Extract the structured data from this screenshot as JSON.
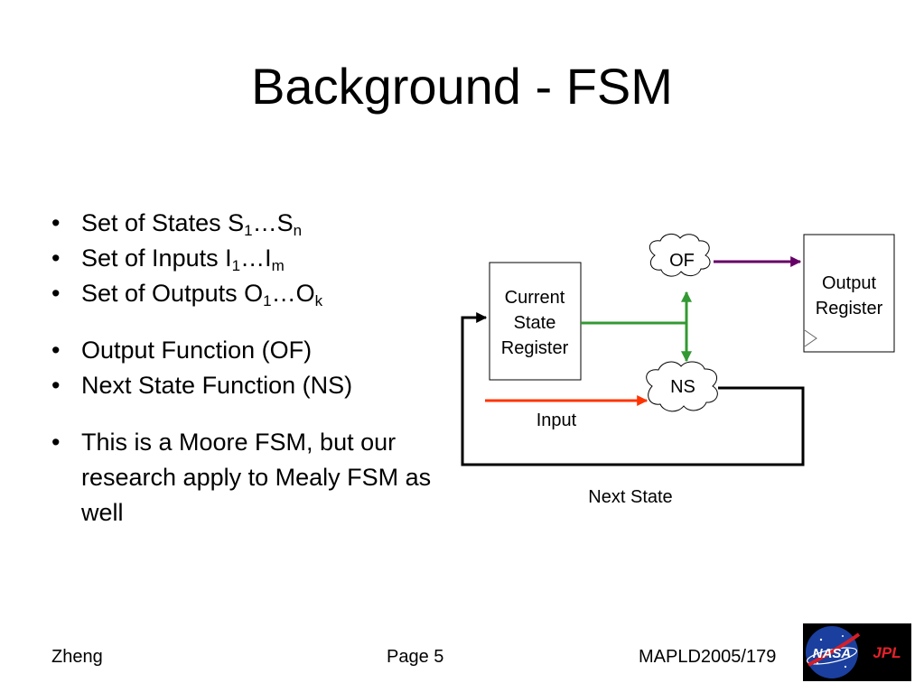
{
  "slide": {
    "title": "Background - FSM"
  },
  "bullets": {
    "states": {
      "label": "Set of States  S",
      "sub1": "1",
      "mid": "…S",
      "sub2": "n"
    },
    "inputs": {
      "label": "Set of Inputs  I",
      "sub1": "1",
      "mid": "…I",
      "sub2": "m"
    },
    "outputs": {
      "label": "Set of Outputs O",
      "sub1": "1",
      "mid": "…O",
      "sub2": "k"
    },
    "output_function": "Output Function (OF)",
    "next_state_function": "Next State Function (NS)",
    "moore_note": "This is a Moore FSM, but our research apply to Mealy FSM as well"
  },
  "diagram": {
    "current_state_register": [
      "Current",
      "State",
      "Register"
    ],
    "output_register": [
      "Output",
      "Register"
    ],
    "of_label": "OF",
    "ns_label": "NS",
    "input_label": "Input",
    "next_state_label": "Next State",
    "colors": {
      "of_to_output": "#660066",
      "state_bus": "#339933",
      "input_wire": "#ff3300",
      "feedback": "#000000"
    }
  },
  "footer": {
    "author": "Zheng",
    "page": "Page 5",
    "conference": "MAPLD2005/179"
  },
  "logos": {
    "nasa": "NASA",
    "jpl": "JPL"
  }
}
